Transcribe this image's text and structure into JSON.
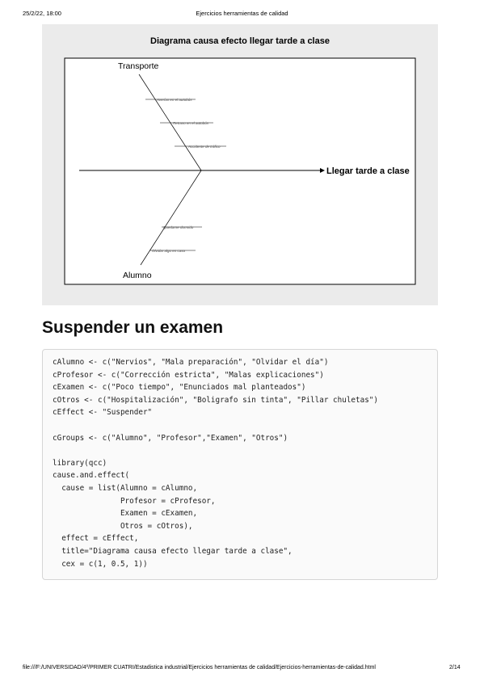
{
  "header": {
    "datetime": "25/2/22, 18:00",
    "doc_title": "Ejercicios herramientas de calidad"
  },
  "figure": {
    "title": "Diagrama causa efecto llegar tarde a clase",
    "effect": "Llegar tarde a clase",
    "categories": [
      {
        "name": "Transporte",
        "causes": [
          "Averías en el autobús",
          "Retraso en el autobús",
          "Accidente de tráfico"
        ]
      },
      {
        "name": "Alumno",
        "causes": [
          "Quedarse dormido",
          "Olvidar algo en casa"
        ]
      }
    ]
  },
  "section": {
    "heading": "Suspender un examen"
  },
  "code": {
    "lines": [
      "cAlumno <- c(\"Nervios\", \"Mala preparación\", \"Olvidar el día\")",
      "cProfesor <- c(\"Corrección estricta\", \"Malas explicaciones\")",
      "cExamen <- c(\"Poco tiempo\", \"Enunciados mal planteados\")",
      "cOtros <- c(\"Hospitalización\", \"Boligrafo sin tinta\", \"Pillar chuletas\")",
      "cEffect <- \"Suspender\"",
      "",
      "cGroups <- c(\"Alumno\", \"Profesor\",\"Examen\", \"Otros\")",
      "",
      "library(qcc)",
      "cause.and.effect(",
      "  cause = list(Alumno = cAlumno,",
      "               Profesor = cProfesor,",
      "               Examen = cExamen,",
      "               Otros = cOtros),",
      "  effect = cEffect,",
      "  title=\"Diagrama causa efecto llegar tarde a clase\",",
      "  cex = c(1, 0.5, 1))"
    ]
  },
  "footer": {
    "path": "file:///F:/UNIVERSIDAD/4º/PRIMER CUATRI/Estadistica industrial/Ejercicios herramientas de calidad/Ejercicios-herramientas-de-calidad.html",
    "page": "2/14"
  }
}
